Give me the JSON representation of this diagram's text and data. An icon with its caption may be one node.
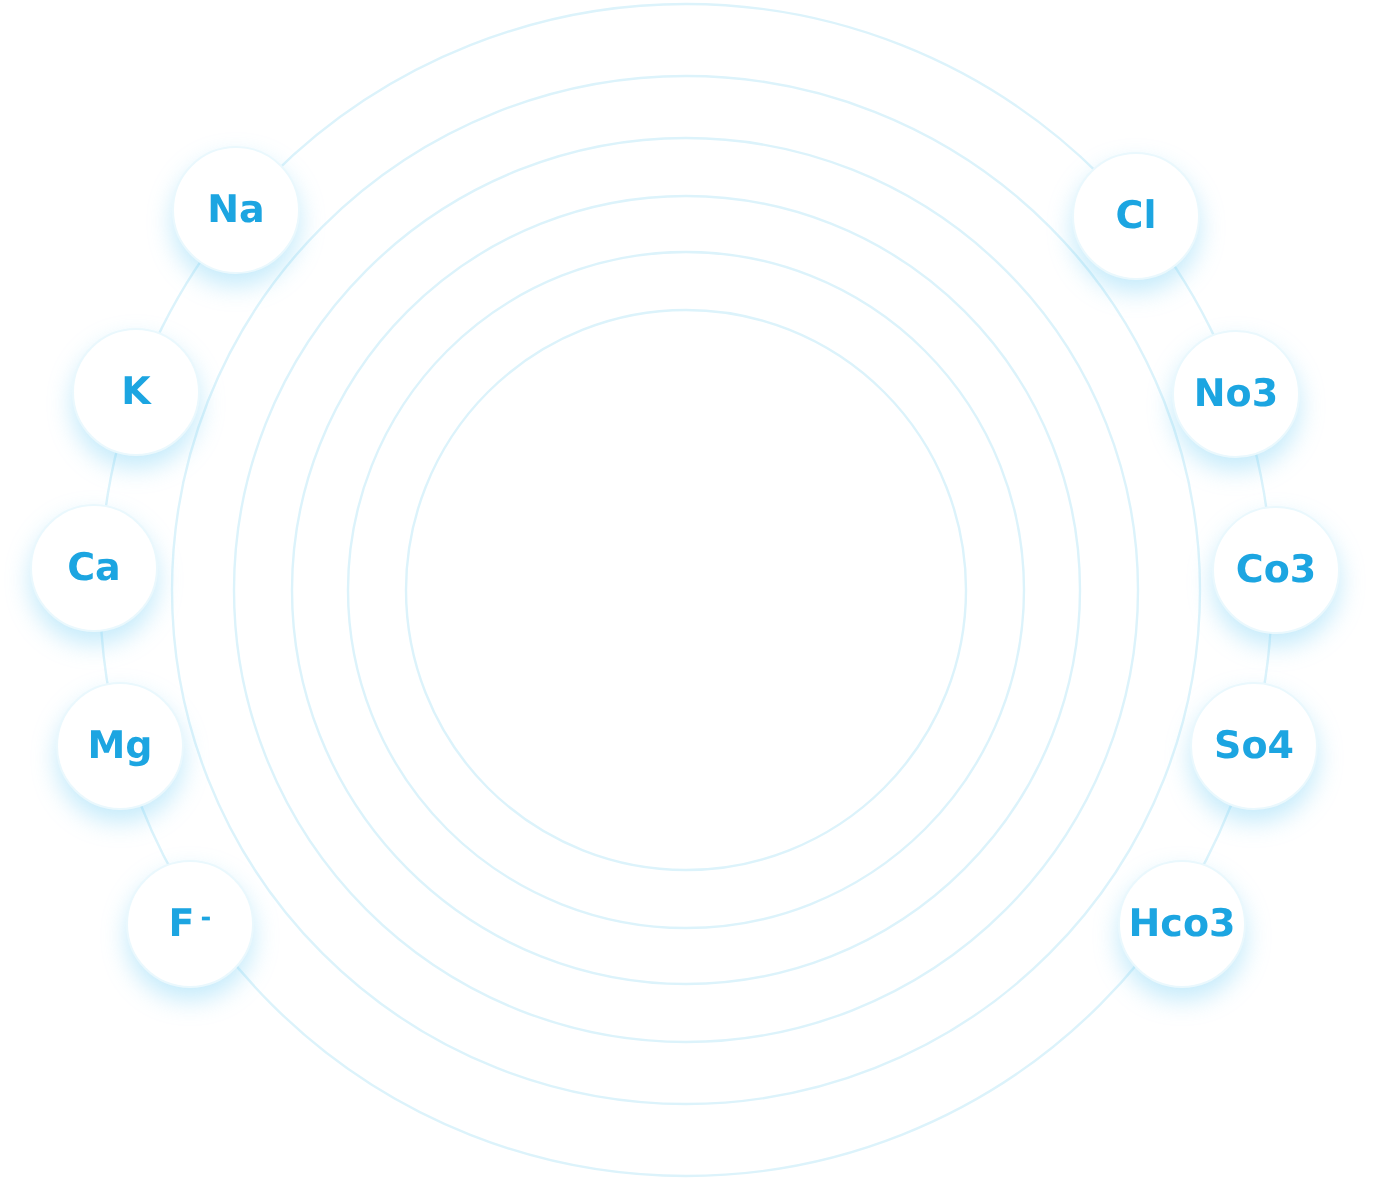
{
  "diagram": {
    "nodes": [
      {
        "text": [
          "Na"
        ]
      },
      {
        "text": [
          "K"
        ]
      },
      {
        "text": [
          "Ca"
        ]
      },
      {
        "text": [
          "Mg"
        ]
      },
      {
        "text": [
          "F$^{-}$"
        ]
      },
      {
        "text": [
          "Cl"
        ]
      },
      {
        "text": [
          "No3"
        ]
      },
      {
        "text": [
          "Co3"
        ]
      },
      {
        "text": [
          "So4"
        ]
      },
      {
        "text": [
          "Hco3"
        ]
      }
    ]
  }
}
